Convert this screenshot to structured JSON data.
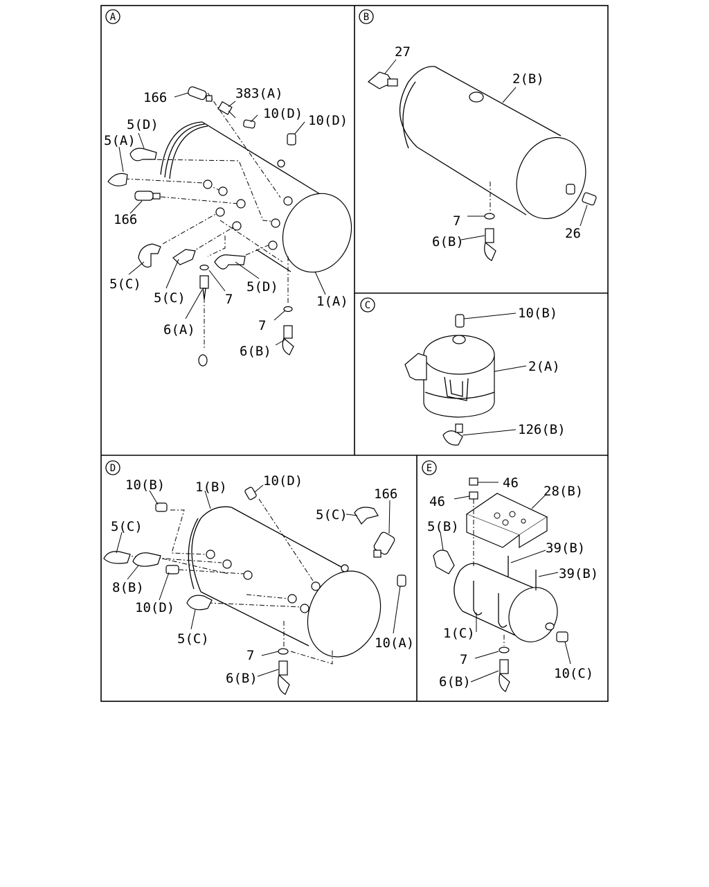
{
  "panels": {
    "A": {
      "letter": "A",
      "labels": [
        "166",
        "383(A)",
        "10(D)",
        "10(D)",
        "5(D)",
        "5(A)",
        "166",
        "5(C)",
        "5(C)",
        "7",
        "5(D)",
        "1(A)",
        "6(A)",
        "7",
        "6(B)"
      ]
    },
    "B": {
      "letter": "B",
      "labels": [
        "27",
        "2(B)",
        "7",
        "6(B)",
        "26"
      ]
    },
    "C": {
      "letter": "C",
      "labels": [
        "10(B)",
        "2(A)",
        "126(B)"
      ]
    },
    "D": {
      "letter": "D",
      "labels": [
        "10(B)",
        "1(B)",
        "10(D)",
        "166",
        "5(C)",
        "5(C)",
        "8(B)",
        "10(D)",
        "5(C)",
        "10(A)",
        "7",
        "6(B)"
      ]
    },
    "E": {
      "letter": "E",
      "labels": [
        "46",
        "46",
        "28(B)",
        "5(B)",
        "39(B)",
        "39(B)",
        "1(C)",
        "7",
        "6(B)",
        "10(C)"
      ]
    }
  }
}
